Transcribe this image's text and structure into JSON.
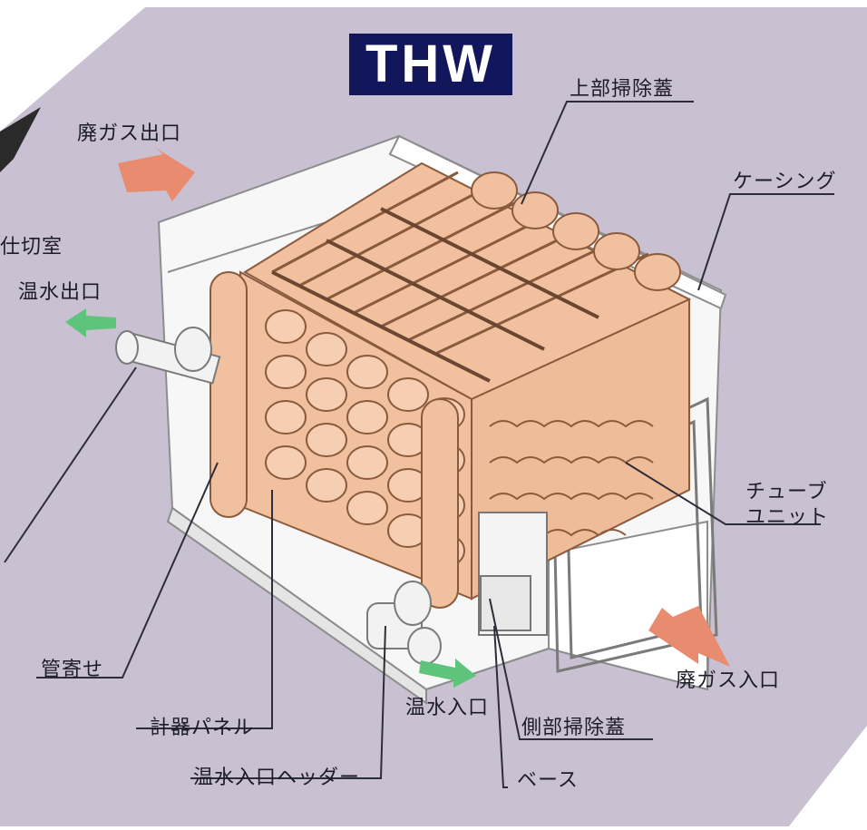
{
  "title": "THW",
  "labels": {
    "upper_cleaning_cover": "上部掃除蓋",
    "exhaust_gas_outlet": "廃ガス出口",
    "casing": "ケーシング",
    "partition_plate": "仕切室",
    "hot_water_outlet": "温水出口",
    "tube_unit_line1": "チューブ",
    "tube_unit_line2": "ユニット",
    "exhaust_gas_inlet": "廃ガス入口",
    "tube_header": "管寄せ",
    "hot_water_inlet": "温水入口",
    "side_cleaning_cover": "側部掃除蓋",
    "instrument_panel": "計器パネル",
    "hot_water_inlet_header": "温水入口ヘッダー",
    "base": "ベース"
  },
  "colors": {
    "background": "#c9c1d1",
    "title_bg": "#12165a",
    "tubes": "#f1c19f",
    "tube_edge": "#8a5a3c",
    "gas_arrow": "#e98b6e",
    "water_arrow": "#5fc47b",
    "casing": "#f7f7f7"
  }
}
